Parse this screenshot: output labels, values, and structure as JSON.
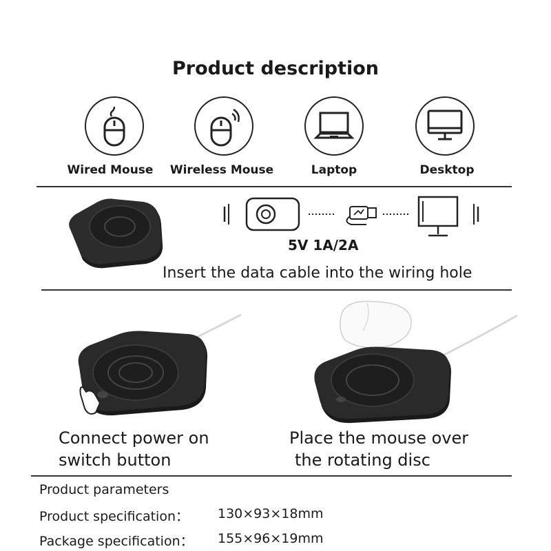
{
  "header": {
    "title": "Product description"
  },
  "devices": [
    {
      "label": "Wired Mouse",
      "icon": "wired-mouse-icon"
    },
    {
      "label": "Wireless Mouse",
      "icon": "wireless-mouse-icon"
    },
    {
      "label": "Laptop",
      "icon": "laptop-icon"
    },
    {
      "label": "Desktop",
      "icon": "desktop-icon"
    }
  ],
  "wiring": {
    "power_rating": "5V 1A/2A",
    "instruction": "Insert the data cable into the wiring hole"
  },
  "steps": [
    {
      "caption_line1": "Connect power on",
      "caption_line2": "switch button"
    },
    {
      "caption_line1": "Place the mouse over",
      "caption_line2": "the rotating disc"
    }
  ],
  "parameters": {
    "heading": "Product parameters",
    "rows": [
      {
        "label": "Product specification：",
        "value": "130×93×18mm"
      },
      {
        "label": "Package specification：",
        "value": "155×96×19mm"
      }
    ]
  },
  "colors": {
    "device_body": "#1c1c1c",
    "disc": "#2a2a2a",
    "line": "#333333"
  }
}
